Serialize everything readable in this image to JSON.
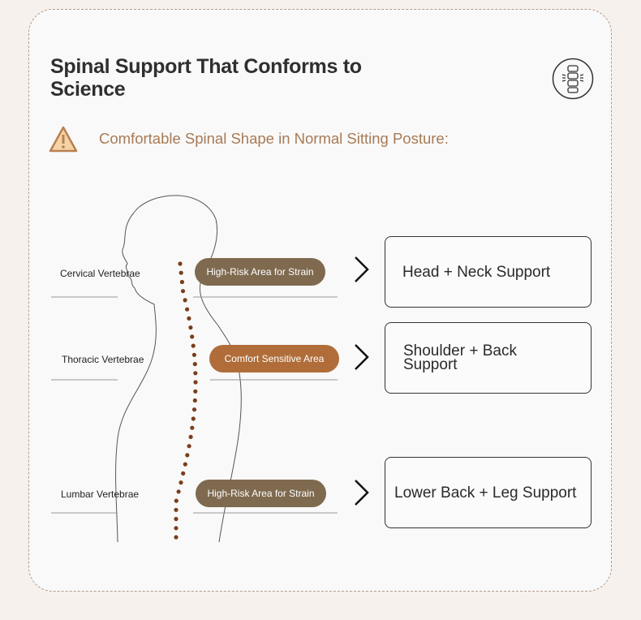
{
  "title": "Spinal Support That Conforms to Science",
  "subtitle": "Comfortable Spinal Shape in Normal Sitting Posture:",
  "rows": [
    {
      "vertebra": "Cervical Vertebrae",
      "area": "High-Risk Area for Strain",
      "support": "Head + Neck Support"
    },
    {
      "vertebra": "Thoracic Vertebrae",
      "area": "Comfort Sensitive Area",
      "support": "Shoulder + Back Support"
    },
    {
      "vertebra": "Lumbar Vertebrae",
      "area": "High-Risk Area for Strain",
      "support": "Lower Back + Leg Support"
    }
  ],
  "colors": {
    "accent": "#a87a55",
    "pill_dark": "#7f6a4f",
    "pill_orange": "#b06d3a",
    "spine_dots": "#7a3e1c"
  }
}
